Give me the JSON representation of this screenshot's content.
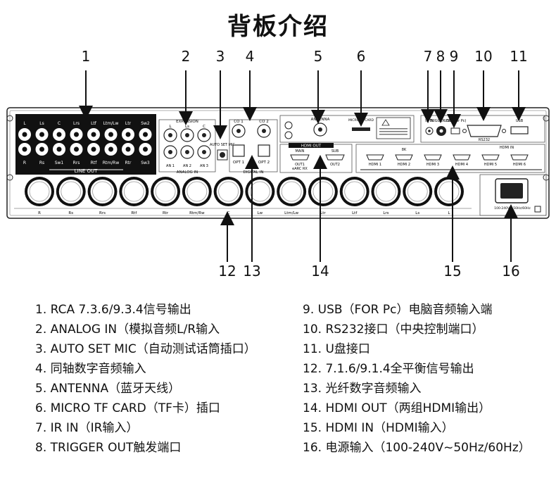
{
  "title": "背板介绍",
  "callouts": [
    "1",
    "2",
    "3",
    "4",
    "5",
    "6",
    "7",
    "8",
    "9",
    "10",
    "11",
    "12",
    "13",
    "14",
    "15",
    "16"
  ],
  "panel": {
    "top_left_labels": [
      "L",
      "Ls",
      "C",
      "Lrs",
      "Ltf",
      "Ltm/Lw",
      "Ltr",
      "Sw2"
    ],
    "bottom_left_labels": [
      "R",
      "Rs",
      "Sw1",
      "Rrs",
      "Rtf",
      "Rtm/Rw",
      "Rtr",
      "Sw3"
    ],
    "line_out": "LINE OUT",
    "expansion": "EXPANSION",
    "analog_in": "ANALOG IN",
    "expansion_top": [
      "L",
      "Ls",
      "C"
    ],
    "expansion_bottom": [
      "AN 1",
      "AN 2",
      "AN 3"
    ],
    "auto_set_mic": "AUTO SET MIC",
    "coax": [
      "CO 1",
      "CO 2"
    ],
    "opt": [
      "OPT 1",
      "OPT 2"
    ],
    "digital_in": "DIGITAL IN",
    "antenna": "ANTENNA",
    "micro_tf": "MICRO TF CARD",
    "hdmi_out": "HDMI OUT",
    "hdmi_out_groups": [
      "MAIN",
      "SUB"
    ],
    "hdmi_out_ports": [
      "OUT1",
      "OUT2"
    ],
    "earc": "eARC RX",
    "hdmi_in": "HDMI IN",
    "hdmi_8k": "8K",
    "hdmi_in_ports": [
      "HDMI 1",
      "HDMI 2",
      "HDMI 3",
      "HDMI 4",
      "HDMI 5",
      "HDMI 6"
    ],
    "ir_in": "IR IN",
    "trigger_out": "TRIGGER OUT",
    "usb_pc": "USB (For Pc)",
    "rs232": "RS232",
    "usb": "USB",
    "power": "100-240V~ 50Hz/60Hz",
    "xlr_labels": [
      "R",
      "Rs",
      "Rrs",
      "Rtf",
      "Rtr",
      "Rtm/Rw",
      "C",
      "Lw",
      "Ltm/Lw",
      "Ltr",
      "Ltf",
      "Lrs",
      "Ls",
      "L"
    ]
  },
  "legend_left": [
    "1. RCA 7.3.6/9.3.4信号输出",
    "2. ANALOG IN（模拟音频L/R输入",
    "3. AUTO SET MIC（自动测试话筒插口）",
    "4. 同轴数字音频输入",
    "5. ANTENNA（蓝牙天线）",
    "6. MICRO TF CARD（TF卡）插口",
    "7. IR IN（IR输入）",
    "8. TRIGGER OUT触发端口"
  ],
  "legend_right": [
    "9. USB（FOR Pc）电脑音频输入端",
    "10. RS232接口（中央控制端口）",
    "11. U盘接口",
    "12. 7.1.6/9.1.4全平衡信号输出",
    "13. 光纤数字音频输入",
    "14. HDMI OUT（两组HDMI输出）",
    "15. HDMI IN（HDMI输入）",
    "16. 电源输入（100-240V~50Hz/60Hz）"
  ]
}
